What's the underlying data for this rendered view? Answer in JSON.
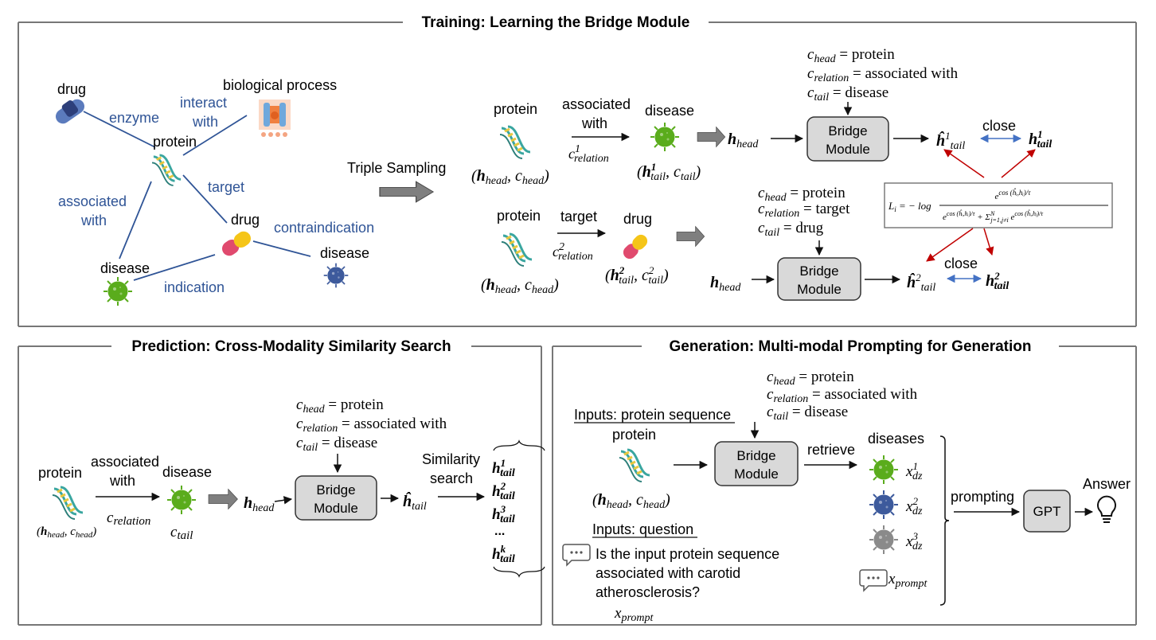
{
  "training": {
    "title": "Training: Learning the Bridge Module",
    "graph": {
      "drug_top": "drug",
      "biological_process": "biological process",
      "protein": "protein",
      "enzyme": "enzyme",
      "interact": "interact",
      "with": "with",
      "target": "target",
      "associated": "associated",
      "associated_with2": "with",
      "drug_mid": "drug",
      "contraindication": "contraindication",
      "disease_left": "disease",
      "disease_right": "disease",
      "indication": "indication"
    },
    "triple_sampling": "Triple Sampling",
    "triple1": {
      "head": "protein",
      "relation_a": "associated",
      "relation_b": "with",
      "tail": "disease",
      "c_relation_sup": "1",
      "tail_sup": "1"
    },
    "triple2": {
      "head": "protein",
      "relation": "target",
      "tail": "drug",
      "c_relation_sup": "2",
      "tail_sup": "2"
    },
    "cond1": {
      "head_val": "protein",
      "relation_val": "associated with",
      "tail_val": "disease"
    },
    "cond2": {
      "head_val": "protein",
      "relation_val": "target",
      "tail_val": "drug"
    },
    "bridge_module_a": "Bridge",
    "bridge_module_b": "Module",
    "close": "close",
    "loss_formula": "Li = −log e^{cos(ĥi,hi)/τ} / (e^{cos(ĥi,hi)/τ} + Σ_{j=1,j≠i}^{N} e^{cos(ĥi,hj)/τ})"
  },
  "prediction": {
    "title": "Prediction: Cross-Modality Similarity Search",
    "head": "protein",
    "relation_a": "associated",
    "relation_b": "with",
    "tail": "disease",
    "cond": {
      "head_val": "protein",
      "relation_val": "associated with",
      "tail_val": "disease"
    },
    "similarity_a": "Similarity",
    "similarity_b": "search",
    "tail_sups": [
      "1",
      "2",
      "3",
      "k"
    ],
    "ellipsis": "..."
  },
  "generation": {
    "title": "Generation: Multi-modal Prompting for Generation",
    "inputs_seq": "Inputs: protein sequence",
    "head": "protein",
    "cond": {
      "head_val": "protein",
      "relation_val": "associated with",
      "tail_val": "disease"
    },
    "retrieve": "retrieve",
    "diseases": "diseases",
    "dz_sups": [
      "1",
      "2",
      "3"
    ],
    "inputs_question": "Inputs: question",
    "question_lines": [
      "Is the input protein sequence",
      "associated with carotid",
      "atherosclerosis?"
    ],
    "prompting": "prompting",
    "gpt": "GPT",
    "answer": "Answer"
  },
  "colors": {
    "border": "#777777",
    "blue_text": "#2f5496",
    "bridge_fill": "#d9d9d9",
    "arrow_red": "#c00000",
    "arrow_blue": "#4472c4",
    "disease_green": "#5aac1c",
    "disease_blue": "#3d5a9c",
    "disease_gray": "#8a8a8a",
    "pill_red": "#e04a6e",
    "pill_yellow": "#f5c518",
    "pill_blue": "#5b7bbd",
    "dna_teal": "#3aa6a0",
    "dna_yellow": "#e8c840"
  }
}
